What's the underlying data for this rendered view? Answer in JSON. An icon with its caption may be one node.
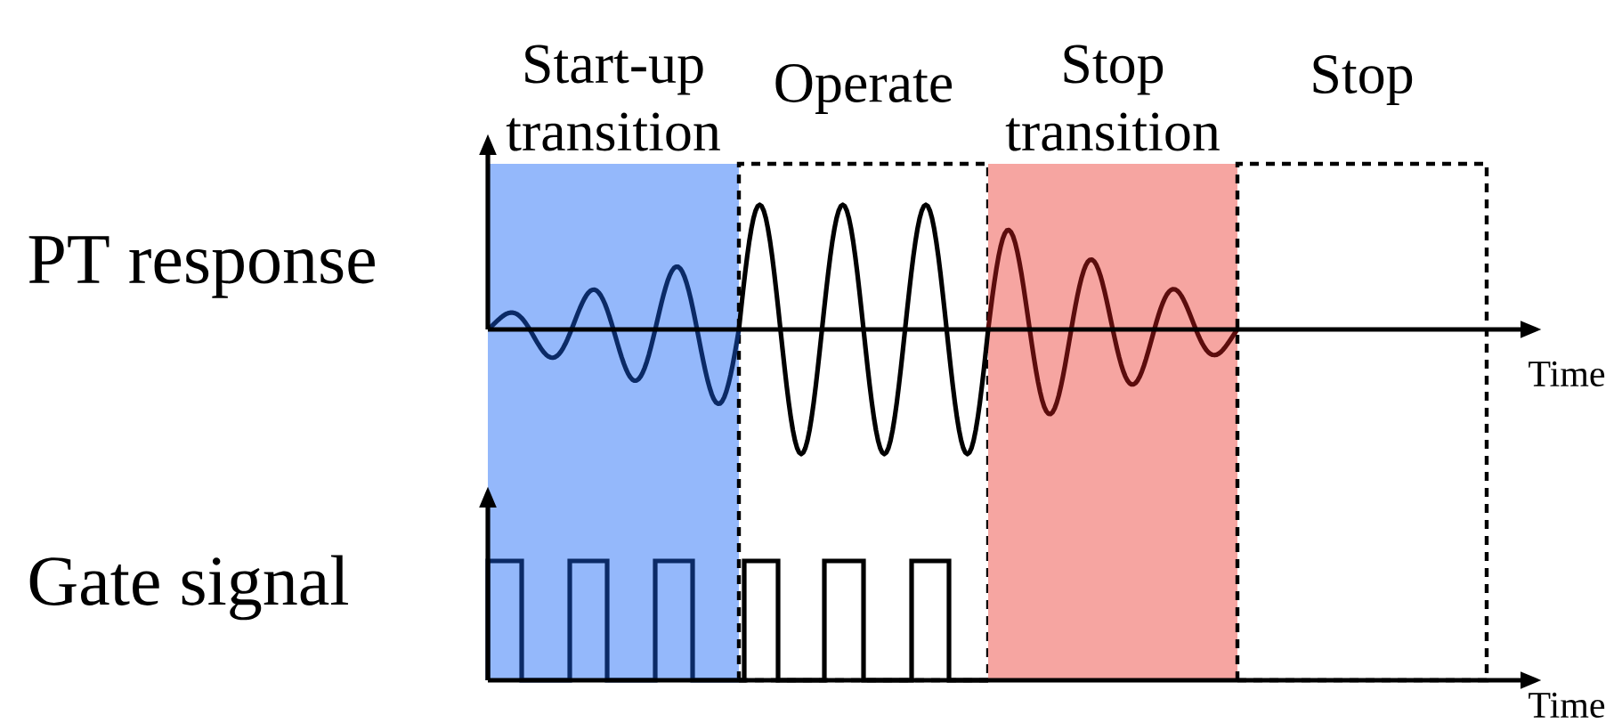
{
  "diagram": {
    "nodes": [
      {
        "text": [
          "Start-up transition"
        ]
      },
      {
        "text": [
          "Operate"
        ]
      },
      {
        "text": [
          "Stop transition"
        ]
      },
      {
        "text": [
          "Stop"
        ]
      }
    ],
    "labels": [
      "PT response",
      "Time",
      "Gate signal",
      "Time"
    ]
  }
}
